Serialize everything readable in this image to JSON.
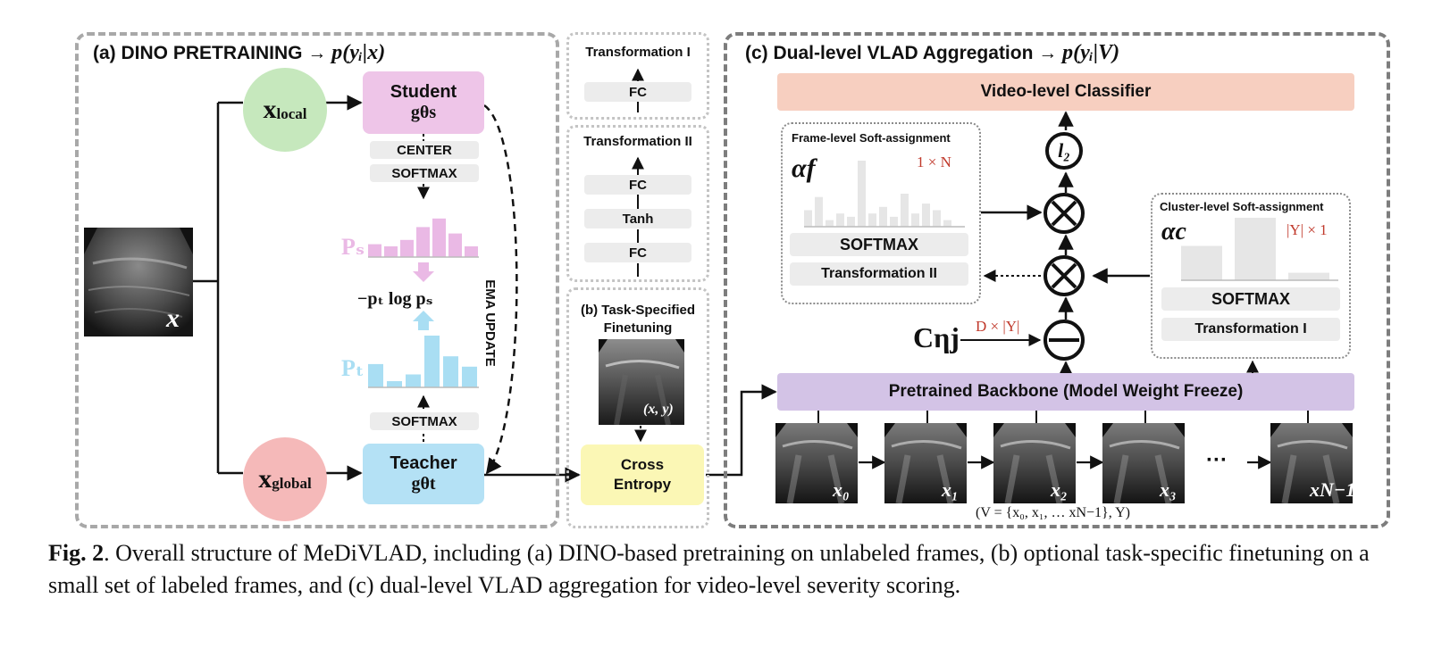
{
  "panel_a": {
    "title_prefix": "(a) DINO PRETRAINING",
    "title_arrow": "→",
    "title_math": "p(yᵢ|x)",
    "input_symbol": "x",
    "x_local": {
      "main": "x",
      "sub": "local"
    },
    "x_global": {
      "main": "x",
      "sub": "global"
    },
    "student": {
      "label": "Student",
      "func": "gθs"
    },
    "teacher": {
      "label": "Teacher",
      "func": "gθt"
    },
    "center_label": "CENTER",
    "softmax_student": "SOFTMAX",
    "softmax_teacher": "SOFTMAX",
    "ps_label": "Pₛ",
    "pt_label": "Pₜ",
    "loss": "−pₜ log pₛ",
    "ema_label": "EMA UPDATE",
    "ps_bars": [
      0.3,
      0.25,
      0.4,
      0.7,
      0.9,
      0.55,
      0.25
    ],
    "pt_bars": [
      0.45,
      0.12,
      0.25,
      1.0,
      0.6,
      0.4
    ]
  },
  "transformation_i": {
    "title": "Transformation I",
    "fc": "FC"
  },
  "transformation_ii": {
    "title": "Transformation II",
    "fc_top": "FC",
    "tanh": "Tanh",
    "fc_bottom": "FC"
  },
  "panel_b": {
    "title": "(b) Task-Specified Finetuning",
    "image_label": "(x, y)",
    "loss_label": "Cross Entropy"
  },
  "panel_c": {
    "title_prefix": "(c) Dual-level VLAD Aggregation",
    "title_arrow": "→",
    "title_math": "p(yᵢ|V)",
    "classifier": "Video-level Classifier",
    "frame_level": {
      "title": "Frame-level Soft-assignment",
      "alpha": "αf",
      "dims": "1 × N",
      "softmax": "SOFTMAX",
      "transform": "Transformation II",
      "bars": [
        0.25,
        0.45,
        0.1,
        0.2,
        0.15,
        1.0,
        0.2,
        0.3,
        0.15,
        0.5,
        0.2,
        0.35,
        0.25,
        0.1
      ]
    },
    "cluster_level": {
      "title": "Cluster-level Soft-assignment",
      "alpha": "αc",
      "dims": "|Y| × 1",
      "softmax": "SOFTMAX",
      "transform": "Transformation I",
      "bars": [
        0.55,
        1.0,
        0.12
      ]
    },
    "l2": "l₂",
    "c_label": "Cηj",
    "c_dims": "D × |Y|",
    "backbone": "Pretrained Backbone (Model Weight Freeze)",
    "frames": [
      "x₀",
      "x₁",
      "x₂",
      "x₃",
      "xN−1"
    ],
    "ellipsis": "···",
    "video_def": "(V = {x₀, x₁, … xN−1}, Y)"
  },
  "caption": {
    "fig": "Fig. 2",
    "text": ". Overall structure of MeDiVLAD, including (a) DINO-based pretraining on unlabeled frames, (b) optional task-specific finetuning on a small set of labeled frames, and (c) dual-level VLAD aggregation for video-level severity scoring."
  },
  "colors": {
    "student": "#eec5e8",
    "teacher": "#b4e1f5",
    "x_local": "#c6e8bd",
    "x_global": "#f5b9b9",
    "cross_entropy": "#fbf7b5",
    "classifier": "#f7cfc0",
    "backbone": "#d3c3e6",
    "ps": "#eab9e5",
    "pt": "#a9def3"
  }
}
